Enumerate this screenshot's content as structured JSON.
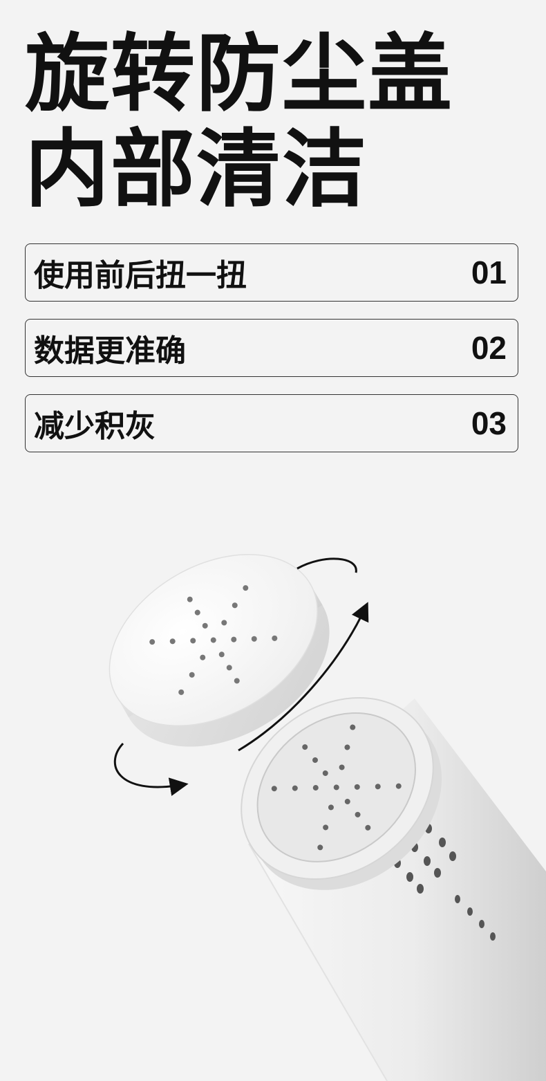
{
  "headline": {
    "line1": "旋转防尘盖",
    "line2": "内部清洁"
  },
  "features": [
    {
      "label": "使用前后扭一扭",
      "number": "01"
    },
    {
      "label": "数据更准确",
      "number": "02"
    },
    {
      "label": "减少积灰",
      "number": "03"
    }
  ],
  "colors": {
    "background": "#f3f3f3",
    "text": "#111111",
    "border": "#333333",
    "product_white": "#fbfbfb"
  },
  "illustration": {
    "subject": "device-with-rotating-dust-cap",
    "icons": [
      "rotate-arrow-icon"
    ]
  }
}
